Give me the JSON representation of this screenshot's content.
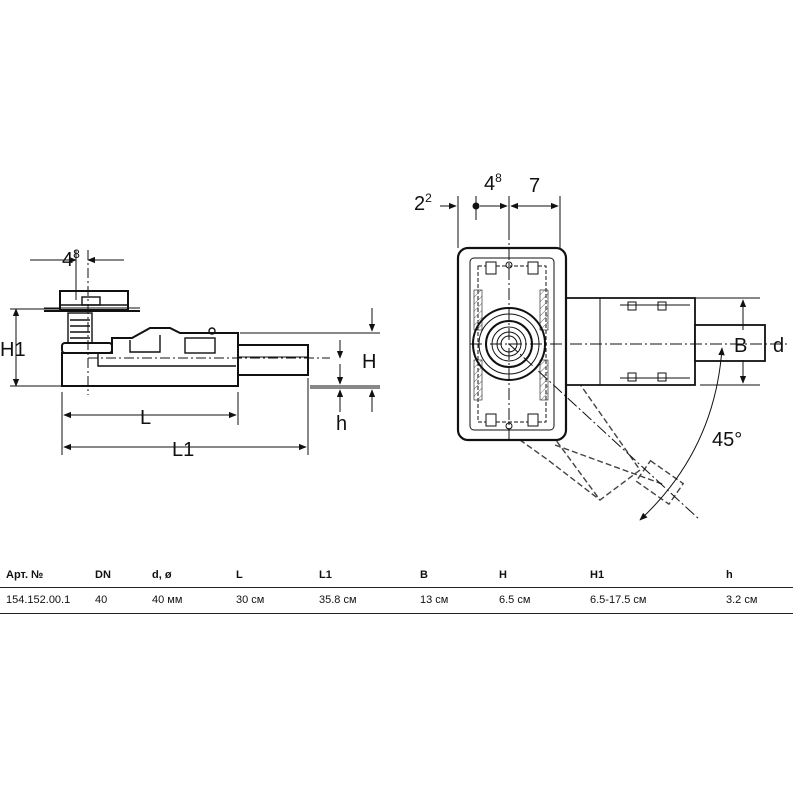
{
  "side_view": {
    "dim_48_base": "4",
    "dim_48_sup": "8",
    "label_H1": "H1",
    "label_H": "H",
    "label_h": "h",
    "label_L": "L",
    "label_L1": "L1"
  },
  "top_view": {
    "dim_22_base": "2",
    "dim_22_sup": "2",
    "dim_48_base": "4",
    "dim_48_sup": "8",
    "dim_7": "7",
    "label_B": "B",
    "label_d": "d",
    "angle": "45°"
  },
  "table": {
    "headers": [
      "Арт. №",
      "DN",
      "d, ø",
      "L",
      "L1",
      "B",
      "H",
      "H1",
      "h"
    ],
    "rows": [
      [
        "154.152.00.1",
        "40",
        "40 мм",
        "30 см",
        "35.8 см",
        "13 см",
        "6.5 см",
        "6.5-17.5 см",
        "3.2 см"
      ]
    ]
  }
}
